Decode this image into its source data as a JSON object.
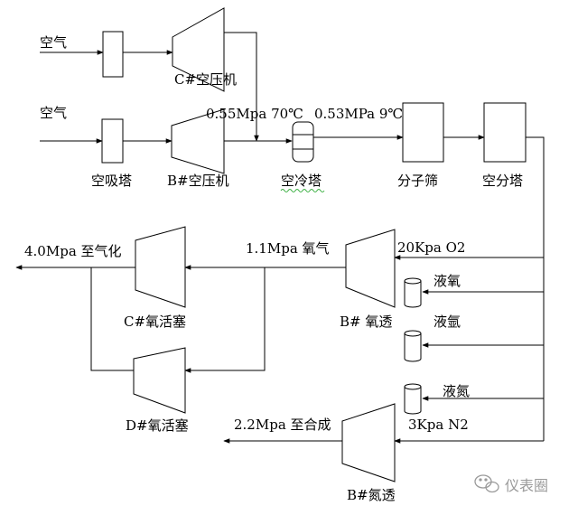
{
  "labels": {
    "air_top": "空气",
    "air_mid": "空气",
    "c_compressor": "C#空压机",
    "b_compressor": "B#空压机",
    "air_intake_tower": "空吸塔",
    "cooling_tower": "空冷塔",
    "molecular_sieve": "分子筛",
    "air_separation_tower": "空分塔",
    "pressure_in": "0.55Mpa 70℃",
    "pressure_out": "0.53MPa 9℃",
    "oxygen_1_1": "1.1Mpa 氧气",
    "to_gasification": "4.0Mpa 至气化",
    "o2_20kpa": "20Kpa O2",
    "liquid_oxygen": "液氧",
    "liquid_argon": "液氩",
    "liquid_nitrogen": "液氮",
    "n2_3kpa": "3Kpa N2",
    "c_oxygen_piston": "C#氧活塞",
    "d_oxygen_piston": "D#氧活塞",
    "b_oxygen_turbine": "B# 氧透",
    "to_synthesis": "2.2Mpa 至合成",
    "b_nitrogen_turbine": "B#氮透",
    "watermark": "仪表圈"
  },
  "colors": {
    "line": "#000000",
    "watermark": "#9a9a9a",
    "spellcheck_underline": "#3cb043"
  },
  "icons": {
    "watermark_logo": "wechat-icon"
  }
}
